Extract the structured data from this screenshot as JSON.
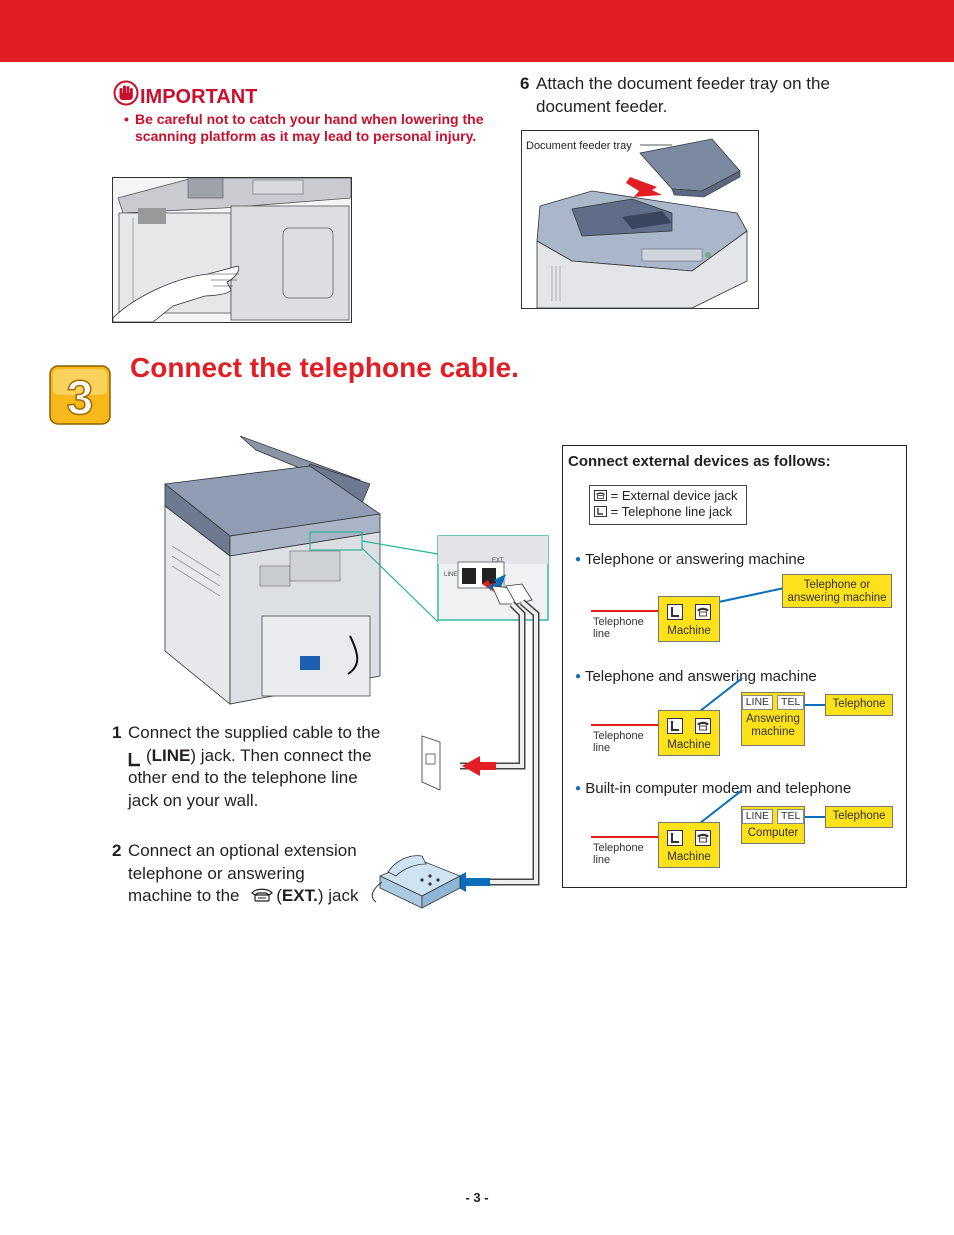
{
  "important": {
    "title": "IMPORTANT",
    "bullet": "•",
    "text": "Be careful not to catch your hand when lowering the scanning platform as it may lead to personal injury."
  },
  "step6": {
    "number": "6",
    "text": "Attach the document feeder tray on the document feeder.",
    "callout": "Document feeder tray"
  },
  "section": {
    "badge": "3",
    "title": "Connect the telephone cable."
  },
  "jack_labels": {
    "line": "LINE",
    "ext": "EXT"
  },
  "instructions": {
    "step1_number": "1",
    "step1_a": "Connect the supplied cable to the",
    "step1_b_before": "(",
    "step1_b_bold": "LINE",
    "step1_b_after": ") jack. Then connect the",
    "step1_c": "other end to the telephone line",
    "step1_d": "jack on your wall.",
    "step2_number": "2",
    "step2_a": "Connect an optional extension",
    "step2_b": "telephone or answering",
    "step2_c": "machine to the",
    "step2_d_before": "(",
    "step2_d_bold": "EXT.",
    "step2_d_after": ") jack"
  },
  "devices": {
    "title": "Connect external devices as follows:",
    "legend_ext": "= External device jack",
    "legend_line": "= Telephone line jack",
    "bullet": "●",
    "rows": [
      {
        "heading": "Telephone or answering machine",
        "line_label": "Telephone line",
        "machine_label": "Machine",
        "device_label": "Telephone or answering machine"
      },
      {
        "heading": "Telephone and answering machine",
        "line_label": "Telephone line",
        "machine_label": "Machine",
        "middle_line": "LINE",
        "middle_tel": "TEL",
        "middle_label": "Answering machine",
        "device_label": "Telephone"
      },
      {
        "heading": "Built-in computer modem and telephone",
        "line_label": "Telephone line",
        "machine_label": "Machine",
        "middle_line": "LINE",
        "middle_tel": "TEL",
        "middle_label": "Computer",
        "device_label": "Telephone"
      }
    ]
  },
  "footer": {
    "page": "- 3 -"
  },
  "colors": {
    "brand_red": "#e31d24",
    "important_red": "#c8102e",
    "badge_yellow": "#f6b81a",
    "box_yellow": "#fde11b",
    "arrow_red": "#e31d24",
    "arrow_blue": "#0a6fb8"
  }
}
